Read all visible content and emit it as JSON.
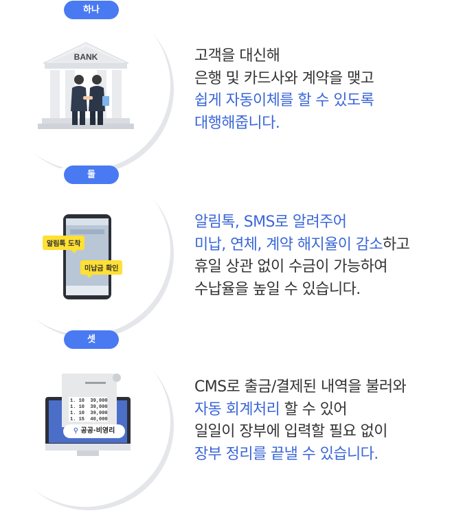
{
  "steps": [
    {
      "badge": "하나",
      "illustration": {
        "sign": "BANK"
      },
      "lines": [
        [
          {
            "text": "고객을 대신해",
            "hl": false
          }
        ],
        [
          {
            "text": "은행 및 카드사와 계약을 맺고",
            "hl": false
          }
        ],
        [
          {
            "text": "쉽게 자동이체를 할 수 있도록",
            "hl": true
          }
        ],
        [
          {
            "text": "대행해줍니다.",
            "hl": true
          }
        ]
      ]
    },
    {
      "badge": "둘",
      "illustration": {
        "bubble_top": "알림톡 도착",
        "bubble_bottom": "미납금 확인"
      },
      "lines": [
        [
          {
            "text": "알림톡, SMS로 알려주어",
            "hl": true
          }
        ],
        [
          {
            "text": "미납, 연체, 계약 해지율이 감소",
            "hl": true
          },
          {
            "text": "하고",
            "hl": false
          }
        ],
        [
          {
            "text": "휴일 상관 없이 수금이 가능하여",
            "hl": false
          }
        ],
        [
          {
            "text": "수납율을 높일 수 있습니다.",
            "hl": false
          }
        ]
      ]
    },
    {
      "badge": "셋",
      "illustration": {
        "receipt_rows": [
          [
            "1. 10",
            "39,000"
          ],
          [
            "1. 10",
            "39,000"
          ],
          [
            "1. 10",
            "39,000"
          ],
          [
            "1. 15",
            "40,000"
          ]
        ],
        "brand": "공공·비영리"
      },
      "lines": [
        [
          {
            "text": "CMS로 출금/결제된 내역을 불러와",
            "hl": false
          }
        ],
        [
          {
            "text": "자동 회계처리",
            "hl": true
          },
          {
            "text": " 할 수 있어",
            "hl": false
          }
        ],
        [
          {
            "text": "일일이 장부에 입력할 필요 없이",
            "hl": false
          }
        ],
        [
          {
            "text": "장부 정리를 끝낼 수 있습니다.",
            "hl": true
          }
        ]
      ]
    }
  ],
  "colors": {
    "accent": "#4a7af2",
    "highlight": "#3a66d8",
    "text": "#333333",
    "shadow": "#e4e6ea"
  }
}
